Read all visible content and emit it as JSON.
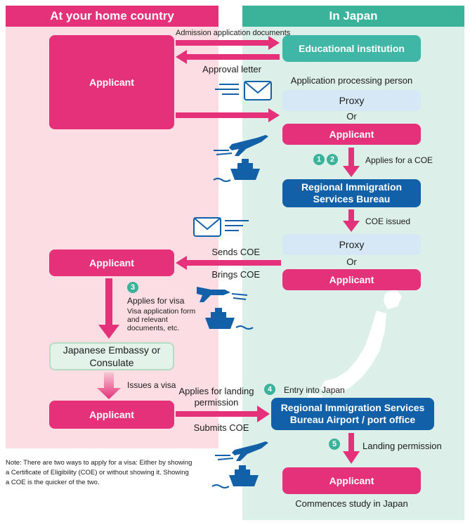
{
  "headers": {
    "left": "At your home country",
    "right": "In Japan"
  },
  "left": {
    "applicant_top": "Applicant",
    "applicant_mid": "Applicant",
    "embassy": "Japanese Embassy or Consulate",
    "applicant_bottom": "Applicant"
  },
  "right": {
    "educational_institution": "Educational institution",
    "processing_label": "Application processing person",
    "proxy1": "Proxy",
    "or1": "Or",
    "applicant1": "Applicant",
    "regional_bureau": "Regional Immigration Services Bureau",
    "proxy2": "Proxy",
    "or2": "Or",
    "applicant2": "Applicant",
    "airport_office": "Regional Immigration Services Bureau Airport / port office",
    "applicant_final": "Applicant",
    "commences": "Commences study in Japan"
  },
  "labels": {
    "admission_docs": "Admission application documents",
    "approval_letter": "Approval letter",
    "applies_coe": "Applies for a COE",
    "coe_issued": "COE issued",
    "sends_coe": "Sends COE",
    "brings_coe": "Brings COE",
    "applies_visa": "Applies for visa",
    "visa_docs": "Visa application form and relevant documents, etc.",
    "issues_visa": "Issues a visa",
    "applies_landing": "Applies for landing permission",
    "submits_coe": "Submits COE",
    "entry_japan": "Entry into Japan",
    "landing_permission": "Landing permission"
  },
  "steps": {
    "s1": "1",
    "s2": "2",
    "s3": "3",
    "s4": "4",
    "s5": "5"
  },
  "note": "Note: There are two ways to apply for a visa: Either by showing a Certificate of Eligibility (COE) or without showing it. Showing a COE is the quicker of the two.",
  "colors": {
    "pink": "#e4317a",
    "teal": "#3bb29a",
    "blue": "#1260a8",
    "light_blue": "#d6e8f6",
    "left_bg": "#fbdde3",
    "right_bg": "#dcefe8"
  },
  "icons": [
    "envelope-icon",
    "airplane-icon",
    "ship-icon",
    "japan-map"
  ]
}
